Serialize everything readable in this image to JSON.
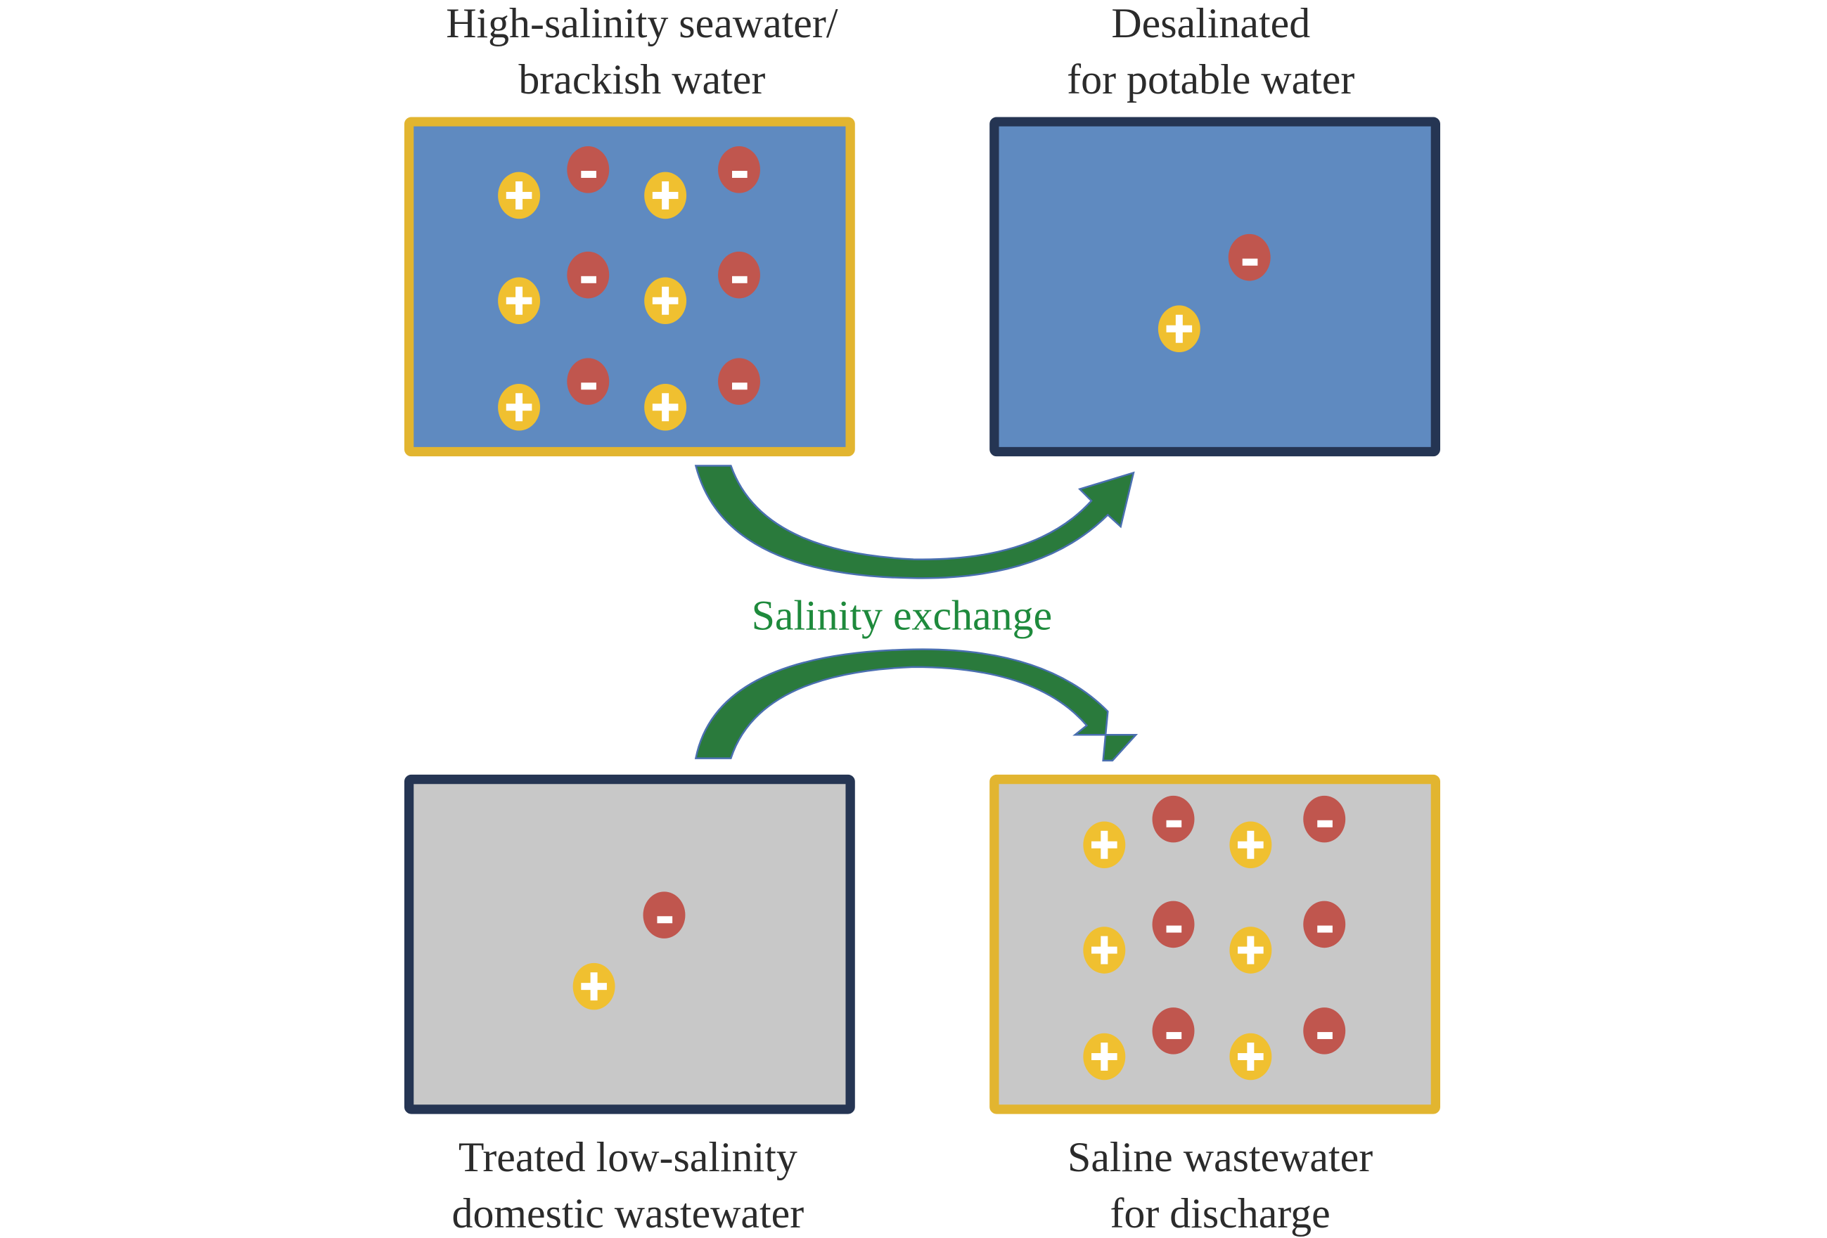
{
  "labels": {
    "top_left": [
      "High-salinity seawater/",
      "brackish water"
    ],
    "top_right": [
      "Desalinated",
      "for potable water"
    ],
    "bottom_left": [
      "Treated low-salinity",
      "domestic wastewater"
    ],
    "bottom_right": [
      "Saline wastewater",
      "for discharge"
    ],
    "center": "Salinity exchange"
  },
  "ions": {
    "cation_symbol": "+",
    "anion_symbol": "-"
  },
  "colors": {
    "seawater_fill": "#5f8ac0",
    "wastewater_fill": "#c8c8c8",
    "high_salinity_border": "#e2b530",
    "low_salinity_border": "#253553",
    "cation": "#f0c030",
    "anion": "#c0564e",
    "arrow": "#2a7a3c",
    "center_text": "#1e8a3c"
  }
}
